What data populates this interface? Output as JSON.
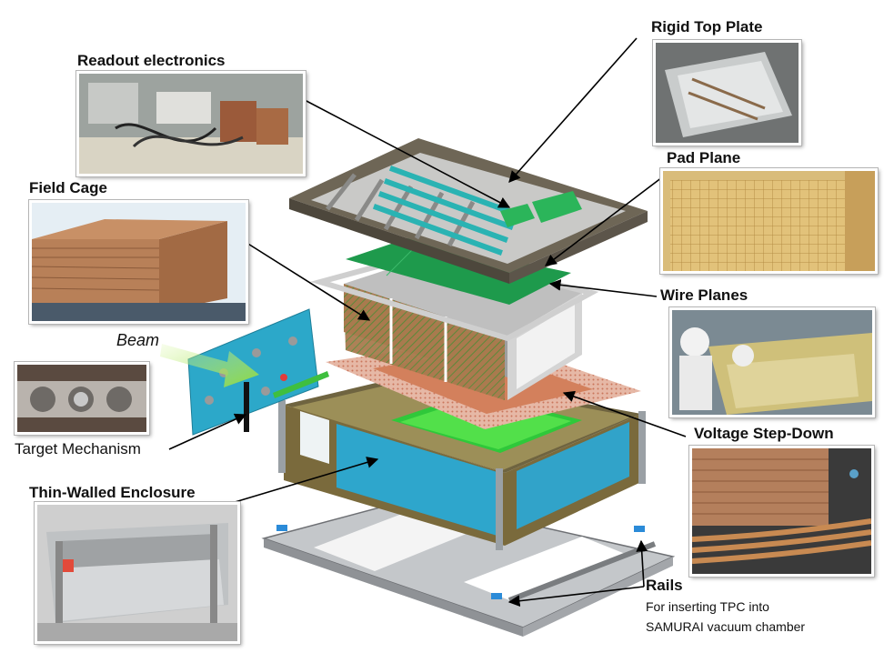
{
  "labels": {
    "readout_electronics": "Readout electronics",
    "rigid_top_plate": "Rigid Top Plate",
    "pad_plane": "Pad Plane",
    "field_cage": "Field Cage",
    "wire_planes": "Wire Planes",
    "beam": "Beam",
    "target_mechanism": "Target Mechanism",
    "voltage_step_down": "Voltage Step-Down",
    "thin_walled_enclosure": "Thin-Walled Enclosure",
    "rails": "Rails",
    "rails_note_1": "For inserting TPC into",
    "rails_note_2": "SAMURAI vacuum chamber"
  },
  "icons": {
    "beam_arrow": "beam-arrow-icon"
  },
  "colors": {
    "frame_dark": "#6e6656",
    "pad_green": "#1e9a4c",
    "field_cage_copper": "#a0704a",
    "voltage_plate": "#d98a66",
    "enclosure_blue": "#2aa3c9",
    "enclosure_frame": "#7a6a3c",
    "inner_green": "#35d33f",
    "rail_grey": "#b9bcbf",
    "beam_arrow": "#9ee04a"
  }
}
